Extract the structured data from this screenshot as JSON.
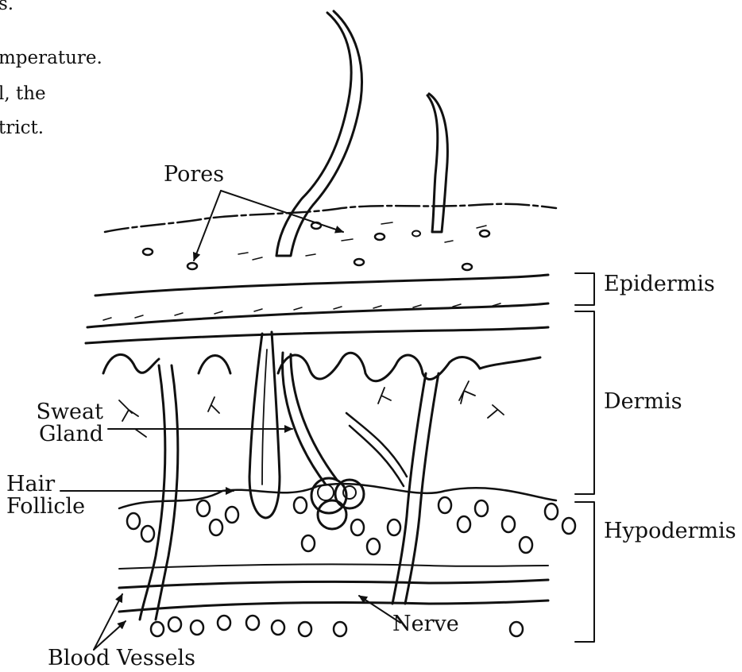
{
  "cutoff_text": [
    "s.",
    "mperature.",
    "l, the",
    "trict."
  ],
  "labels": {
    "pores": "Pores",
    "epidermis": "Epidermis",
    "dermis": "Dermis",
    "hypodermis": "Hypodermis",
    "sweat_gland_line1": "Sweat",
    "sweat_gland_line2": "Gland",
    "hair_follicle_line1": "Hair",
    "hair_follicle_line2": "Follicle",
    "nerve": "Nerve",
    "blood_vessels": "Blood Vessels"
  }
}
